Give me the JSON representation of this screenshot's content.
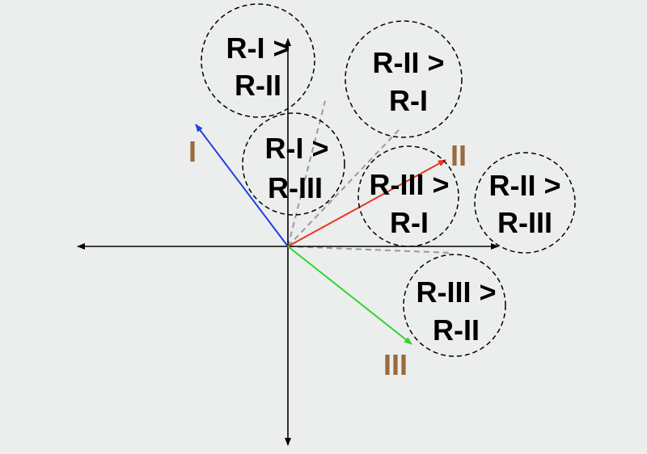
{
  "colors": {
    "background": "#eceeee",
    "axis": "#000000",
    "vector_I": "#1f3fe0",
    "vector_II": "#e8361a",
    "vector_III": "#2fd62f",
    "vector_label": "#9a6b3c",
    "boundary_line": "#999999",
    "circle_stroke": "#000000"
  },
  "vectors": {
    "I": {
      "label": "I"
    },
    "II": {
      "label": "II"
    },
    "III": {
      "label": "III"
    }
  },
  "regions": [
    {
      "line1": "R-I >",
      "line2": "R-II"
    },
    {
      "line1": "R-II >",
      "line2": "R-I"
    },
    {
      "line1": "R-I >",
      "line2": "R-III"
    },
    {
      "line1": "R-III >",
      "line2": "R-I"
    },
    {
      "line1": "R-II >",
      "line2": "R-III"
    },
    {
      "line1": "R-III >",
      "line2": "R-II"
    }
  ]
}
